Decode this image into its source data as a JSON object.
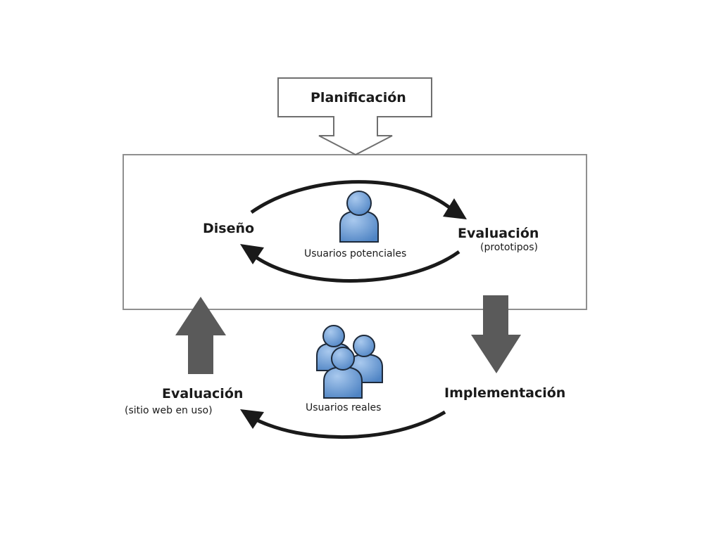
{
  "planning": {
    "label": "Planificación"
  },
  "inner_cycle": {
    "design_label": "Diseño",
    "evaluation_label": "Evaluación",
    "evaluation_note": "(prototipos)",
    "users_label": "Usuarios potenciales"
  },
  "outer_cycle": {
    "implementation_label": "Implementación",
    "evaluation_label": "Evaluación",
    "evaluation_note": "(sitio web en uso)",
    "users_label": "Usuarios reales"
  },
  "colors": {
    "frame": "#8f8f8f",
    "block_arrow": "#5a5a5a",
    "curve_arrow": "#1a1a1a",
    "user_fill": "#6b9bd3",
    "user_stroke": "#1e2a3a"
  },
  "icons": {
    "single_user": "user-icon",
    "user_group": "users-group-icon"
  }
}
